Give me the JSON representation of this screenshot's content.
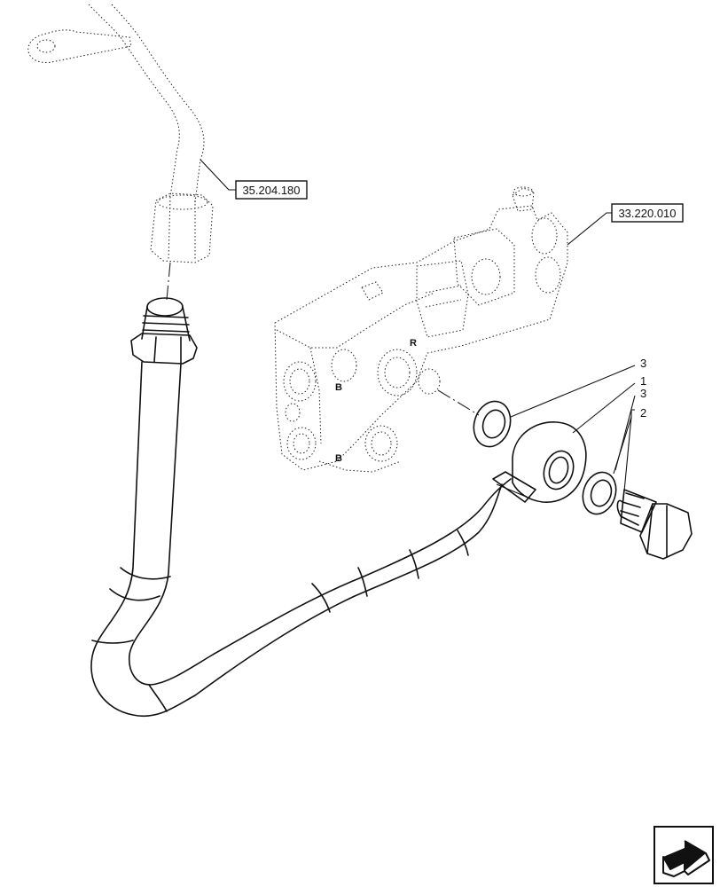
{
  "references": {
    "upper_pipe_ref": "35.204.180",
    "valve_ref": "33.220.010"
  },
  "callouts": [
    "3",
    "1",
    "3",
    "2"
  ],
  "valve_marks": [
    "R",
    "B",
    "B"
  ],
  "nav_icon": "next-page-arrow-icon"
}
